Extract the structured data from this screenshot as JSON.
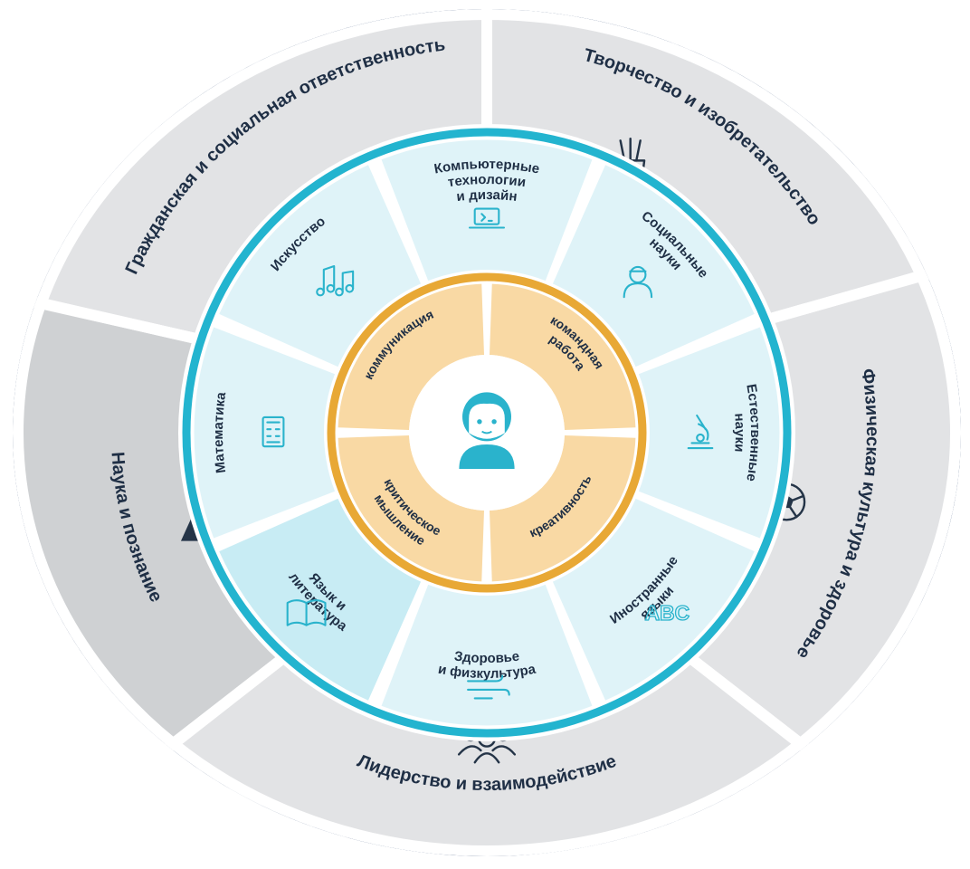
{
  "colors": {
    "outer_fill": "#e2e3e5",
    "outer_fill_dark": "#cfd1d3",
    "outer_border": "#1f3a68",
    "divider": "#ffffff",
    "ring_teal": "#23b4cf",
    "mid_fill": "#dff3f8",
    "mid_fill_alt": "#c8ecf4",
    "inner_ring_gold": "#e8a835",
    "inner_fill": "#f9d9a4",
    "center_fill": "#ffffff",
    "icon_dark": "#243447",
    "icon_teal": "#2ab3cc"
  },
  "outer_sectors": [
    {
      "label": "Гражданская и социальная ответственность",
      "icon": "people-network-icon"
    },
    {
      "label": "Творчество и изобретательство",
      "icon": "pencil-cup-icon"
    },
    {
      "label": "Физическая культура и здоровье",
      "icon": "soccer-ball-icon"
    },
    {
      "label": "Лидерство и взаимодействие",
      "icon": "team-group-icon"
    },
    {
      "label": "Наука и познание",
      "icon": "lab-flasks-icon"
    }
  ],
  "middle_sectors": [
    {
      "lines": [
        "Компьютерные",
        "технологии",
        "и дизайн"
      ],
      "icon": "laptop-icon"
    },
    {
      "lines": [
        "Социальные",
        "науки"
      ],
      "icon": "person-bust-icon"
    },
    {
      "lines": [
        "Естественные",
        "науки"
      ],
      "icon": "microscope-icon"
    },
    {
      "lines": [
        "Иностранные",
        "языки"
      ],
      "icon": "abc-letters-icon"
    },
    {
      "lines": [
        "Здоровье",
        "и физкультура"
      ],
      "icon": "wind-lines-icon"
    },
    {
      "lines": [
        "Язык и",
        "литература"
      ],
      "icon": "open-book-icon"
    },
    {
      "lines": [
        "Математика"
      ],
      "icon": "calculator-icon"
    },
    {
      "lines": [
        "Искусство"
      ],
      "icon": "music-notes-icon"
    }
  ],
  "inner_quadrants": [
    {
      "lines": [
        "коммуникация"
      ]
    },
    {
      "lines": [
        "командная",
        "работа"
      ]
    },
    {
      "lines": [
        "креативность"
      ]
    },
    {
      "lines": [
        "критическое",
        "мышление"
      ]
    }
  ],
  "center": {
    "icon": "child-face-icon"
  }
}
